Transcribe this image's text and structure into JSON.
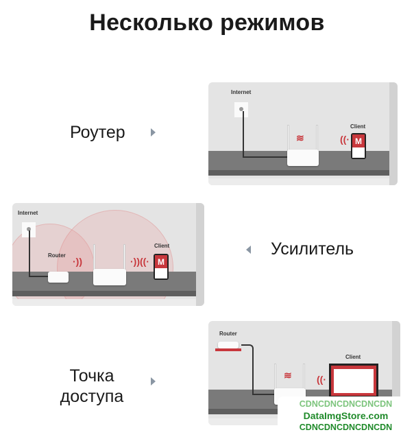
{
  "title": "Несколько режимов",
  "modes": [
    {
      "label": "Роутер",
      "scene": {
        "internet": "Internet",
        "client": "Client",
        "app_letter": "M"
      }
    },
    {
      "label": "Усилитель",
      "scene": {
        "internet": "Internet",
        "router": "Router",
        "client": "Client",
        "app_letter": "M"
      }
    },
    {
      "label_line1": "Точка",
      "label_line2": "доступа",
      "scene": {
        "router": "Router",
        "client": "Client"
      }
    }
  ],
  "watermark": {
    "line1": "CDNCDNCDNCDNCDN",
    "line2": "DataImgStore.com",
    "line3": "CDNCDNCDNCDNCDN"
  },
  "colors": {
    "accent": "#c8373c",
    "arrow": "#8a96a3"
  }
}
